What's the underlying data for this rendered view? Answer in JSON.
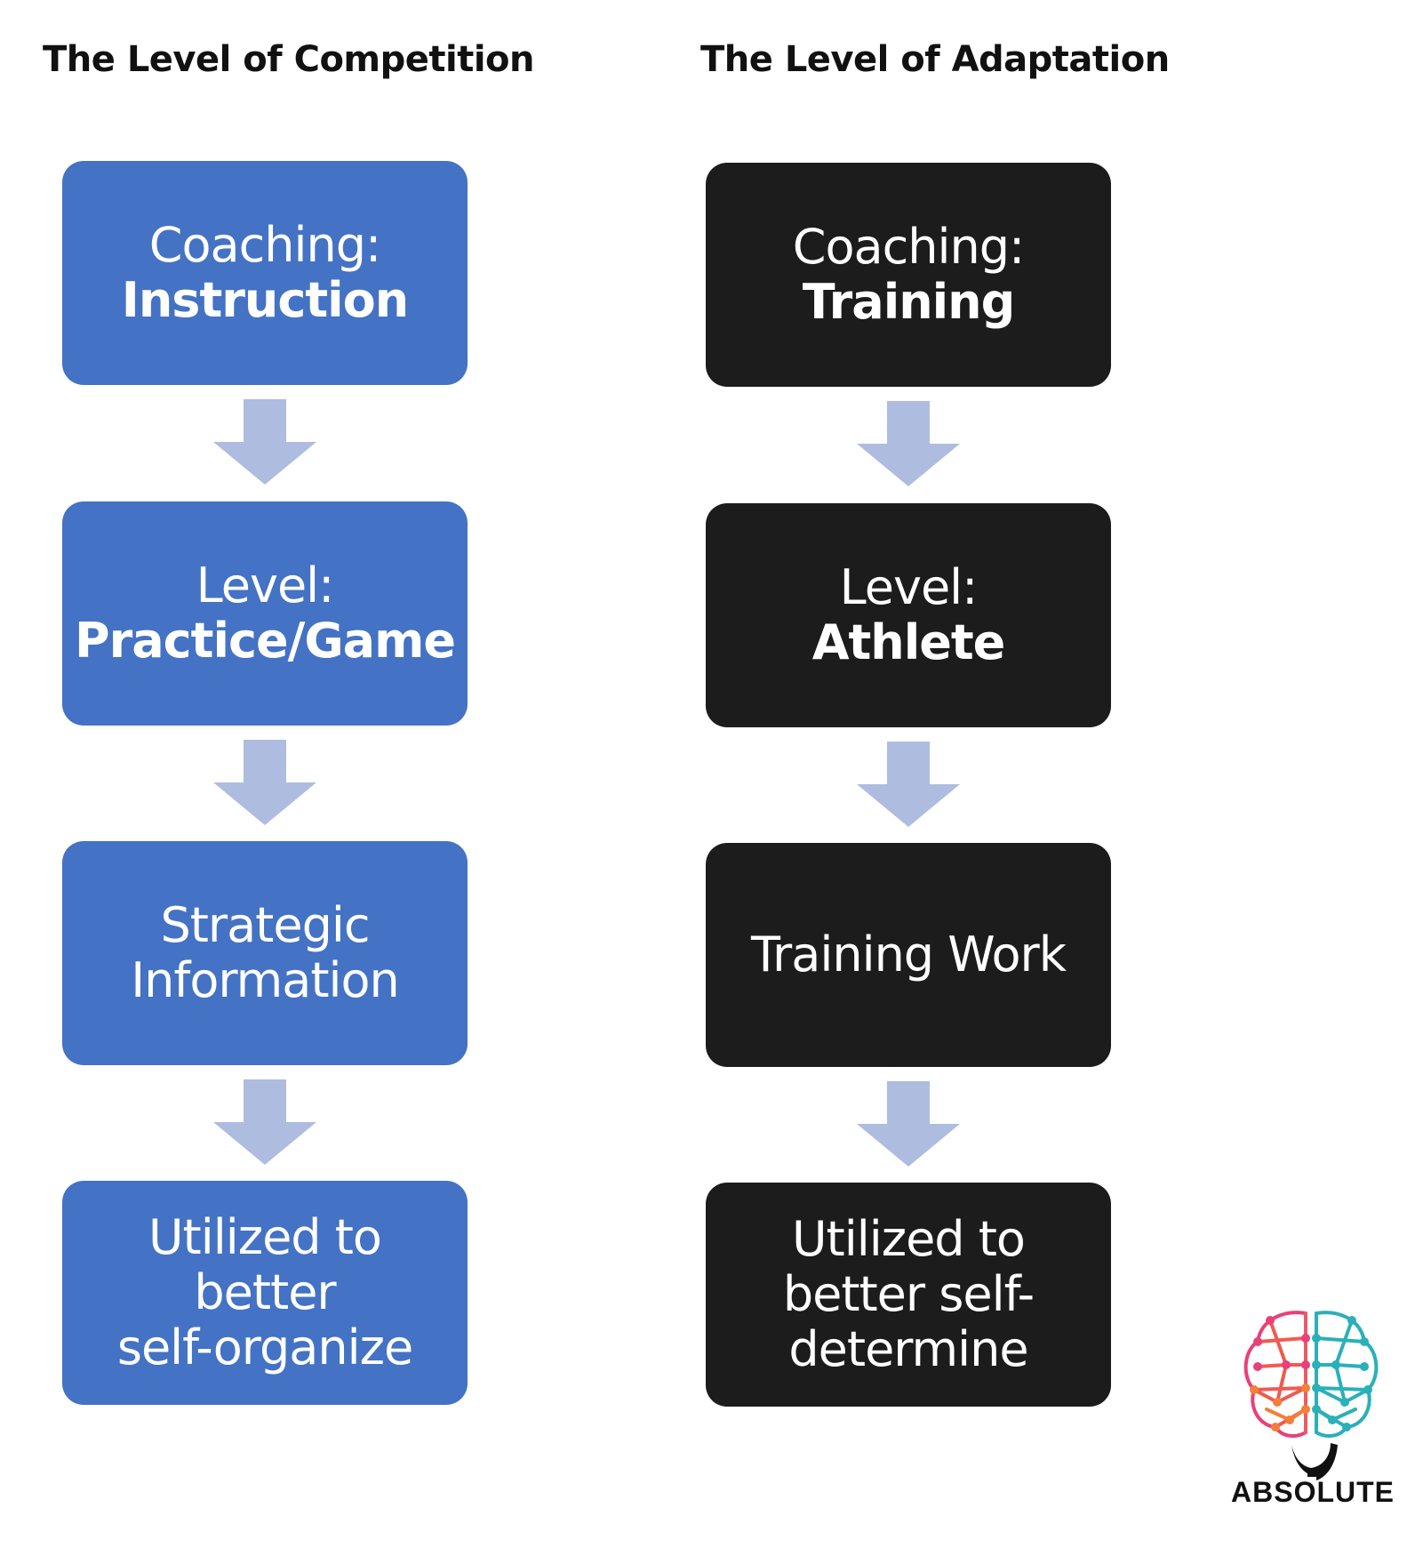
{
  "colors": {
    "left_box": "#4472c4",
    "right_box": "#1c1c1c",
    "arrow": "#aebce0",
    "title_text": "#111111"
  },
  "left": {
    "title": "The Level of Competition",
    "boxes": [
      {
        "lines": [
          "Coaching:",
          "Instruction"
        ]
      },
      {
        "lines": [
          "Level:",
          "Practice/Game"
        ]
      },
      {
        "lines": [
          "Strategic",
          "Information"
        ]
      },
      {
        "lines": [
          "Utilized to better",
          "self-organize"
        ]
      }
    ]
  },
  "right": {
    "title": "The Level of Adaptation",
    "boxes": [
      {
        "lines": [
          "Coaching:",
          "Training"
        ]
      },
      {
        "lines": [
          "Level:",
          "Athlete"
        ]
      },
      {
        "lines": [
          "Training Work"
        ]
      },
      {
        "lines": [
          "Utilized to",
          "better self-",
          "determine"
        ]
      }
    ]
  },
  "logo": {
    "text": "ABSOLUTE",
    "icon": "brain-network-icon"
  }
}
